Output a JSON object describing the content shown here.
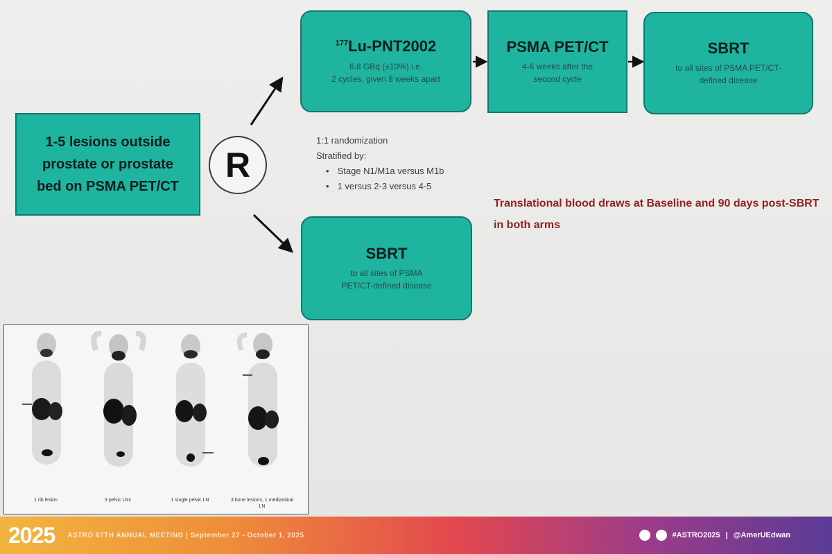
{
  "eligibility": {
    "lines": [
      "1-5 lesions outside",
      "prostate or prostate",
      "bed on PSMA PET/CT"
    ]
  },
  "randomization_symbol": "R",
  "arm_experimental": {
    "lu_box": {
      "superscript": "177",
      "title": "Lu-PNT2002",
      "lines": [
        "6.8 GBq (±10%) i.e.",
        "2 cycles, given 8 weeks apart"
      ]
    },
    "pet_box": {
      "title": "PSMA PET/CT",
      "lines": [
        "4-6 weeks after the",
        "second cycle"
      ]
    },
    "sbrt_box": {
      "title": "SBRT",
      "lines": [
        "to all sites of PSMA PET/CT-",
        "defined disease"
      ]
    }
  },
  "arm_control": {
    "sbrt_box": {
      "title": "SBRT",
      "lines": [
        "to all sites of PSMA",
        "PET/CT-defined disease"
      ]
    }
  },
  "randomization_info": {
    "ratio": "1:1 randomization",
    "stratified_label": "Stratified by:",
    "factors": [
      "Stage N1/M1a versus M1b",
      "1 versus 2-3 versus 4-5"
    ]
  },
  "translational": "Translational blood draws at Baseline and 90 days post-SBRT in both arms",
  "pet_captions": [
    "1 rib lesion",
    "3 pelvic LNs",
    "1 single pelvic LN",
    "3 bone lesions, 1 mediastinal LN"
  ],
  "footer": {
    "logo": "2025",
    "meeting": "ASTRO 67TH ANNUAL MEETING | September 27 - October 1, 2025",
    "hashtag": "#ASTRO2025",
    "handle": "@AmerUEdwan"
  },
  "colors": {
    "box_fill": "#1fb4a0",
    "translational_text": "#8e2323"
  }
}
